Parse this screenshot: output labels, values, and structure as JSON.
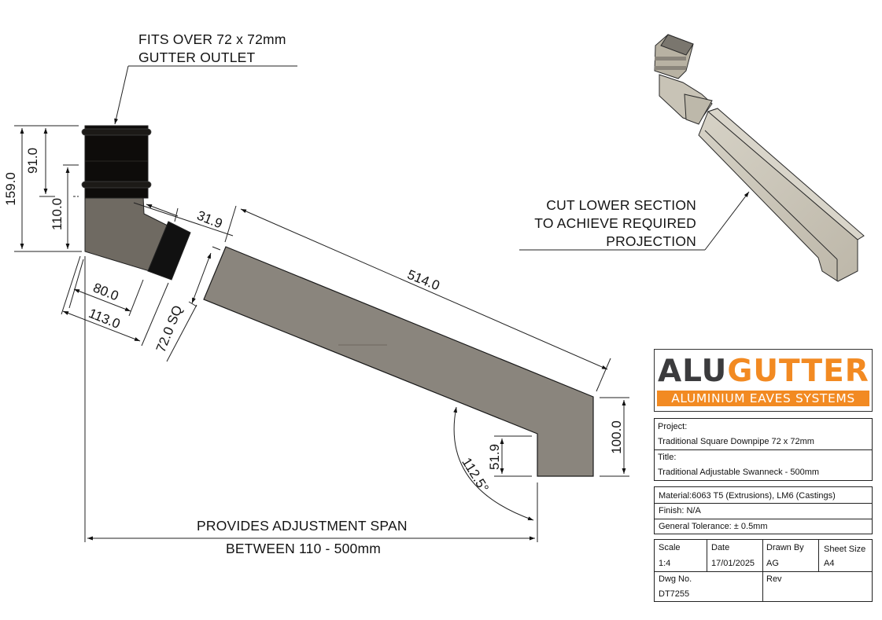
{
  "notes": {
    "gutter_outlet": [
      "FITS OVER 72 x 72mm",
      "GUTTER OUTLET"
    ],
    "cut_lower": [
      "CUT LOWER SECTION",
      "TO ACHIEVE REQUIRED",
      "PROJECTION"
    ],
    "span": [
      "PROVIDES ADJUSTMENT SPAN",
      "BETWEEN 110 - 500mm"
    ]
  },
  "dimensions": {
    "overall_height": "159.0",
    "socket_height": "91.0",
    "offset_height": "110.0",
    "spigot_gap": "31.9",
    "pipe_length": "514.0",
    "bend_80": "80.0",
    "bend_113": "113.0",
    "square_size": "72.0 SQ",
    "shoe_height": "100.0",
    "shoe_inner": "51.9",
    "angle": "112.5°"
  },
  "colors": {
    "pipe_fill": "#8a857d",
    "socket_fill": "#0e0c0a",
    "brand_orange": "#f28a22",
    "brand_gray": "#3b3b3d",
    "iso_fill": "#c9c4b7"
  },
  "logo": {
    "brand_part1": "ALU",
    "brand_part2": "GUTTER",
    "tagline": "ALUMINIUM EAVES SYSTEMS"
  },
  "title_block": {
    "project_label": "Project:",
    "project_value": "Traditional Square Downpipe 72 x 72mm",
    "title_label": "Title:",
    "title_value": "Traditional Adjustable Swanneck - 500mm",
    "material": "Material:6063 T5 (Extrusions), LM6 (Castings)",
    "finish": "Finish: N/A",
    "tolerance": "General Tolerance: ± 0.5mm",
    "scale_label": "Scale",
    "scale_value": "1:4",
    "date_label": "Date",
    "date_value": "17/01/2025",
    "drawn_label": "Drawn By",
    "drawn_value": "AG",
    "sheet_label": "Sheet Size",
    "sheet_value": "A4",
    "dwg_label": "Dwg No.",
    "dwg_value": "DT7255",
    "rev_label": "Rev",
    "rev_value": ""
  }
}
